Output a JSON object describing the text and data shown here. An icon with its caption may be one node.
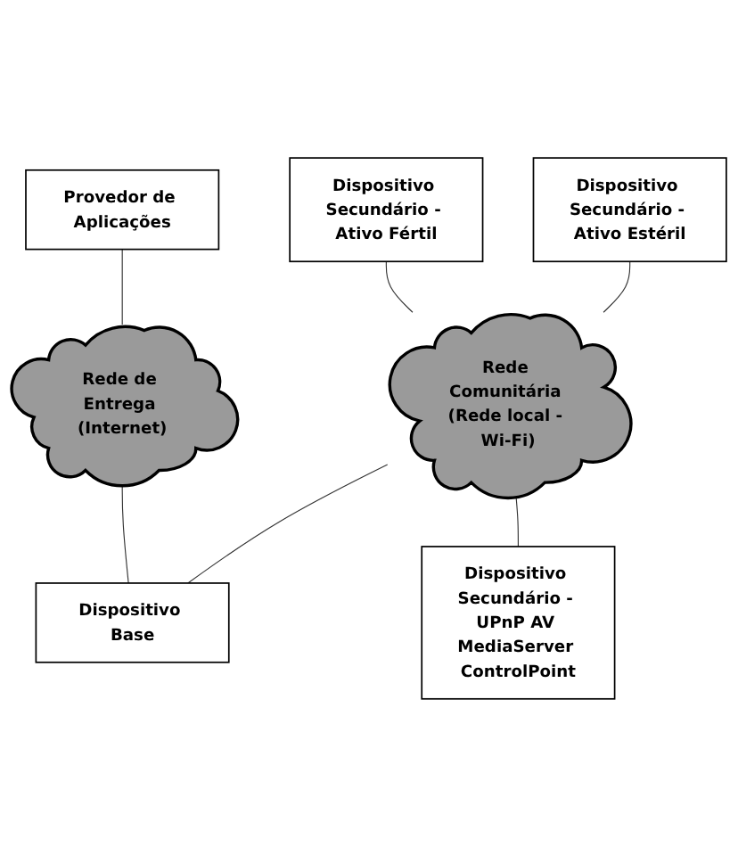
{
  "diagram": {
    "nodes": [
      {
        "text": [
          "Provedor de Aplicações"
        ]
      },
      {
        "text": [
          "Rede de Entrega (Internet)"
        ]
      },
      {
        "text": [
          "Dispositivo Base"
        ]
      },
      {
        "text": [
          "Dispositivo Secundário - Ativo Fértil"
        ]
      },
      {
        "text": [
          "Rede Comunitária (Rede local - Wi-Fi)"
        ]
      },
      {
        "text": [
          "Dispositivo Secundário - Ativo Estéril"
        ]
      },
      {
        "text": [
          "Dispositivo Secundário - UPnP AV MediaServer ControlPoint"
        ]
      }
    ],
    "edges": [
      {
        "from": 0,
        "to": 1,
        "arrow": "none"
      },
      {
        "from": 1,
        "to": 2,
        "arrow": "none"
      },
      {
        "from": 3,
        "to": 4,
        "arrow": "none"
      },
      {
        "from": 4,
        "to": 2,
        "arrow": "none"
      },
      {
        "from": 5,
        "to": 4,
        "arrow": "none"
      },
      {
        "from": 4,
        "to": 6,
        "arrow": "none"
      }
    ]
  }
}
